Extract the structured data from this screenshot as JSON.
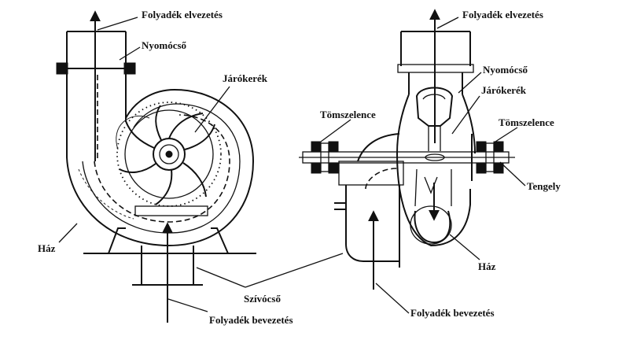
{
  "labels": {
    "left": {
      "outlet": "Folyadék elvezetés",
      "discharge_pipe": "Nyomócső",
      "impeller": "Járókerék",
      "casing": "Ház",
      "inlet": "Folyadék bevezetés"
    },
    "shared": {
      "suction_pipe": "Szívócső"
    },
    "right": {
      "outlet": "Folyadék elvezetés",
      "discharge_pipe": "Nyomócső",
      "impeller": "Járókerék",
      "gland_left": "Tömszelence",
      "gland_right": "Tömszelence",
      "shaft": "Tengely",
      "casing": "Ház",
      "inlet": "Folyadék bevezetés"
    }
  }
}
